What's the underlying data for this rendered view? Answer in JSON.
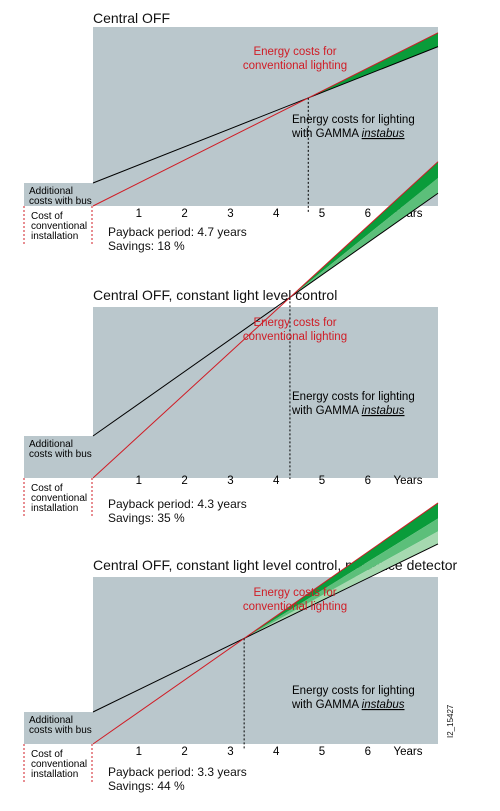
{
  "document_id": "I2_15427",
  "chart_data": [
    {
      "type": "line",
      "title": "Central OFF",
      "x_axis_label": "Years",
      "x_ticks": [
        1,
        2,
        3,
        4,
        5,
        6
      ],
      "xlim": [
        0,
        7.4
      ],
      "payback_years": 4.7,
      "payback_text": "Payback period: 4.7 years",
      "savings_text": "Savings: 18 %",
      "series": [
        {
          "name": "Energy costs for conventional lighting",
          "start": 0,
          "slope": 1.0,
          "color": "#d01c25"
        },
        {
          "name": "Energy costs for lighting with GAMMA instabus",
          "start": 1.0,
          "slope": 0.7872,
          "color": "#000000"
        }
      ],
      "savings_bands": [
        {
          "slope_low": 0.7872,
          "slope_high": 1.0,
          "color": "#0a9c3a"
        }
      ],
      "labels": {
        "conventional": [
          "Energy costs for",
          "conventional lighting"
        ],
        "gamma_line1": "Energy costs for lighting",
        "gamma_line2_prefix": "with GAMMA ",
        "gamma_line2_em": "instabus",
        "additional": [
          "Additional",
          "costs with bus"
        ],
        "cost": [
          "Cost of",
          "conventional",
          "installation"
        ]
      }
    },
    {
      "type": "line",
      "title": "Central OFF, constant light level control",
      "x_axis_label": "Years",
      "x_ticks": [
        1,
        2,
        3,
        4,
        5,
        6
      ],
      "xlim": [
        0,
        7.4
      ],
      "payback_years": 4.3,
      "payback_text": "Payback period: 4.3 years",
      "savings_text": "Savings: 35 %",
      "series": [
        {
          "name": "Energy costs for conventional lighting",
          "start": 0,
          "slope": 1.0,
          "color": "#d01c25"
        },
        {
          "name": "Energy costs for lighting with GAMMA instabus",
          "start": 1.0,
          "slope": 0.7674,
          "color": "#000000"
        }
      ],
      "savings_bands": [
        {
          "slope_low": 0.88,
          "slope_high": 1.0,
          "color": "#0a9c3a"
        },
        {
          "slope_low": 0.7674,
          "slope_high": 0.88,
          "color": "#5cbf7a"
        }
      ],
      "labels": {
        "conventional": [
          "Energy costs for",
          "conventional lighting"
        ],
        "gamma_line1": "Energy costs for lighting",
        "gamma_line2_prefix": "with GAMMA ",
        "gamma_line2_em": "instabus",
        "additional": [
          "Additional",
          "costs with bus"
        ],
        "cost": [
          "Cost of",
          "conventional",
          "installation"
        ]
      }
    },
    {
      "type": "line",
      "title": "Central OFF, constant light level control, presence detector",
      "x_axis_label": "Years",
      "x_ticks": [
        1,
        2,
        3,
        4,
        5,
        6
      ],
      "xlim": [
        0,
        7.4
      ],
      "payback_years": 3.3,
      "payback_text": "Payback period: 3.3 years",
      "savings_text": "Savings: 44 %",
      "series": [
        {
          "name": "Energy costs for conventional lighting",
          "start": 0,
          "slope": 1.0,
          "color": "#d01c25"
        },
        {
          "name": "Energy costs for lighting with GAMMA instabus",
          "start": 1.0,
          "slope": 0.697,
          "color": "#000000"
        }
      ],
      "savings_bands": [
        {
          "slope_low": 0.885,
          "slope_high": 1.0,
          "color": "#0a9c3a"
        },
        {
          "slope_low": 0.79,
          "slope_high": 0.885,
          "color": "#5cbf7a"
        },
        {
          "slope_low": 0.697,
          "slope_high": 0.79,
          "color": "#a6d9b0"
        }
      ],
      "labels": {
        "conventional": [
          "Energy costs for",
          "conventional lighting"
        ],
        "gamma_line1": "Energy costs for lighting",
        "gamma_line2_prefix": "with GAMMA ",
        "gamma_line2_em": "instabus",
        "additional": [
          "Additional",
          "costs with bus"
        ],
        "cost": [
          "Cost of",
          "conventional",
          "installation"
        ]
      }
    }
  ]
}
